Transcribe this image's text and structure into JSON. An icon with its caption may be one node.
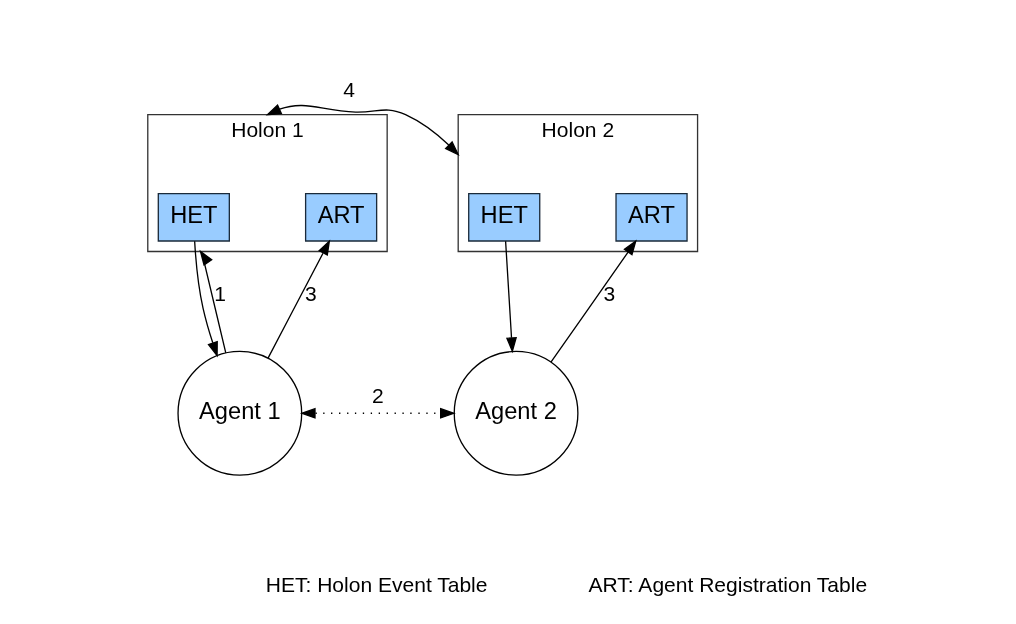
{
  "diagram": {
    "nodes": [
      {
        "text": [
          "Holon 1"
        ]
      },
      {
        "text": [
          "HET"
        ],
        "in": 0
      },
      {
        "text": [
          "ART"
        ],
        "in": 0
      },
      {
        "text": [
          "Holon 2"
        ]
      },
      {
        "text": [
          "HET"
        ],
        "in": 3
      },
      {
        "text": [
          "ART"
        ],
        "in": 3
      },
      {
        "text": [
          "Agent 1"
        ]
      },
      {
        "text": [
          "Agent 2"
        ]
      }
    ],
    "edges": [
      {
        "from": 1,
        "to": 6,
        "arrow": "to"
      },
      {
        "from": 6,
        "to": 2,
        "arrow": "to",
        "label": "3"
      },
      {
        "from": 6,
        "to": 0,
        "arrow": "to",
        "label": "1"
      },
      {
        "from": 0,
        "to": 3,
        "arrow": "both",
        "label": "4"
      },
      {
        "from": 6,
        "to": 7,
        "arrow": "both",
        "label": "2",
        "style": "dashed"
      },
      {
        "from": 4,
        "to": 7,
        "arrow": "to"
      },
      {
        "from": 7,
        "to": 5,
        "arrow": "to",
        "label": "3"
      }
    ],
    "labels": [
      "HET: Holon Event Table",
      "ART: Agent Registration Table"
    ]
  }
}
